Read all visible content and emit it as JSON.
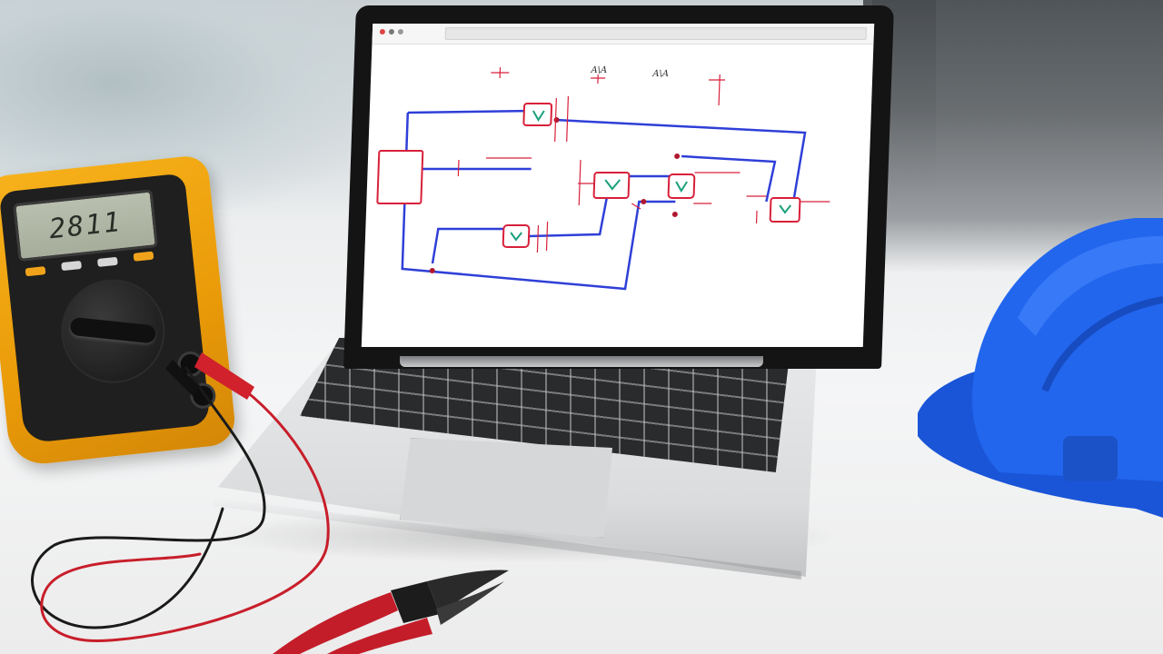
{
  "scene": {
    "multimeter_display": "2811"
  },
  "schematic": {
    "labels": [
      "A\\A",
      "A\\A"
    ]
  },
  "colors": {
    "wire_blue": "#2f3fd8",
    "component_red": "#d8203a",
    "multimeter_yellow": "#f2a614",
    "helmet_blue": "#1f5ee0"
  }
}
